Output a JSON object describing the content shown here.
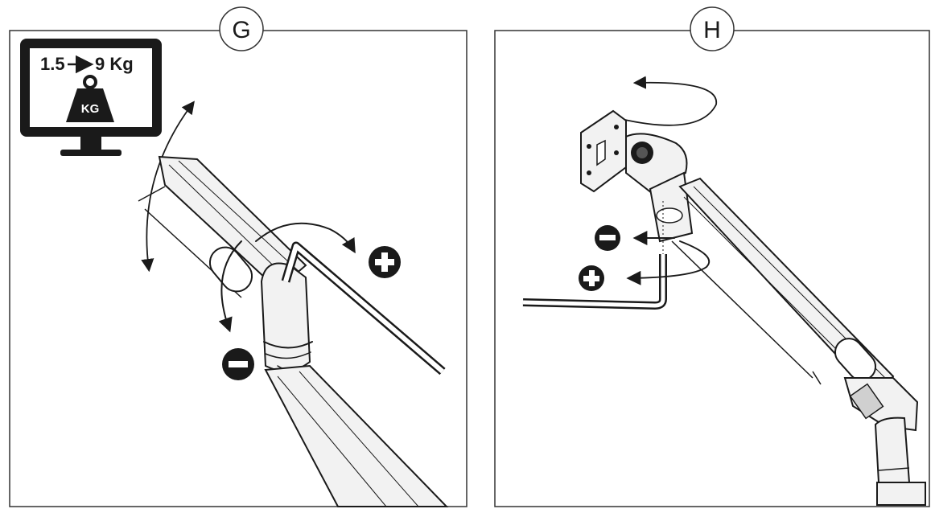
{
  "panels": [
    {
      "label": "G"
    },
    {
      "label": "H"
    }
  ],
  "monitor": {
    "range_from": "1.5",
    "range_to": "9 Kg",
    "weight_label": "KG"
  },
  "icons": {
    "plus": "plus-circle-icon",
    "minus": "minus-circle-icon",
    "arrow": "curved-arrow-icon"
  },
  "colors": {
    "ink": "#1a1a1a",
    "frame": "#333333",
    "arm_fill": "#f2f2f2",
    "paper": "#ffffff"
  }
}
